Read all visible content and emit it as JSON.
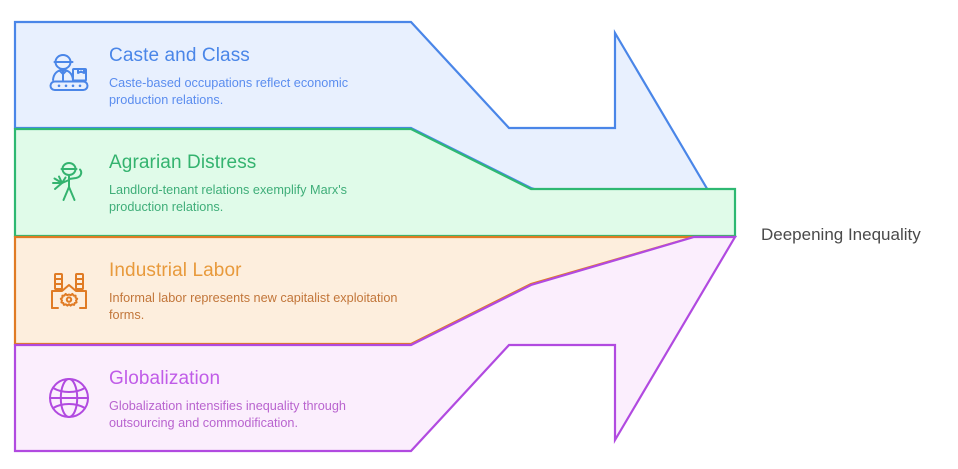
{
  "diagram": {
    "type": "converging-arrow",
    "outcome": {
      "label": "Deepening Inequality",
      "color": "#4a4a4a"
    },
    "bands": [
      {
        "id": "caste-and-class",
        "title": "Caste and Class",
        "description": "Caste-based occupations reflect economic production relations.",
        "icon": "factory-worker-conveyor-icon",
        "stroke": "#4a86e8",
        "fill": "#e8f0fe",
        "title_color": "#4a86e8",
        "text_color": "#5b8def"
      },
      {
        "id": "agrarian-distress",
        "title": "Agrarian Distress",
        "description": "Landlord-tenant relations exemplify Marx's production relations.",
        "icon": "farmer-icon",
        "stroke": "#2eb872",
        "fill": "#e0fbe9",
        "title_color": "#34b36f",
        "text_color": "#3fae79"
      },
      {
        "id": "industrial-labor",
        "title": "Industrial Labor",
        "description": "Informal labor represents new capitalist exploitation forms.",
        "icon": "factory-gear-icon",
        "stroke": "#e07b24",
        "fill": "#fdeedd",
        "title_color": "#e89a3c",
        "text_color": "#c2763a"
      },
      {
        "id": "globalization",
        "title": "Globalization",
        "description": "Globalization intensifies inequality through outsourcing and commodification.",
        "icon": "globe-icon",
        "stroke": "#b14ae0",
        "fill": "#fbeefd",
        "title_color": "#c05ce8",
        "text_color": "#b964cf"
      }
    ]
  }
}
